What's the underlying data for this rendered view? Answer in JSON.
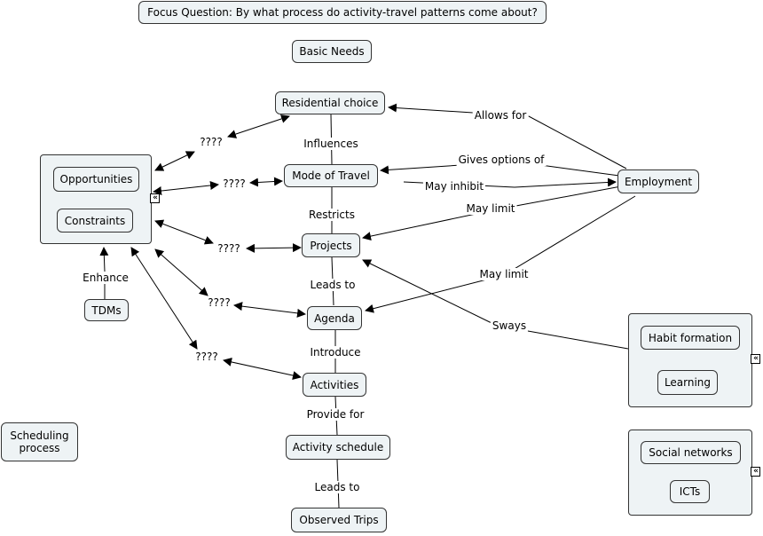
{
  "focus_question": "Focus Question: By what process do activity-travel patterns come about?",
  "nodes": {
    "basic_needs": "Basic Needs",
    "residential_choice": "Residential choice",
    "mode_of_travel": "Mode of Travel",
    "projects": "Projects",
    "agenda": "Agenda",
    "activities": "Activities",
    "activity_schedule": "Activity schedule",
    "observed_trips": "Observed Trips",
    "employment": "Employment",
    "opportunities": "Opportunities",
    "constraints": "Constraints",
    "tdms": "TDMs",
    "scheduling_process": "Scheduling process",
    "habit_formation": "Habit formation",
    "learning": "Learning",
    "social_networks": "Social networks",
    "icts": "ICTs"
  },
  "linking_phrases": {
    "influences": "Influences",
    "restricts": "Restricts",
    "leads_to_1": "Leads to",
    "introduce": "Introduce",
    "provide_for": "Provide for",
    "leads_to_2": "Leads to",
    "allows_for": "Allows for",
    "gives_options_of": "Gives options of",
    "may_inhibit": "May inhibit",
    "may_limit_1": "May limit",
    "may_limit_2": "May limit",
    "sways": "Sways",
    "enhance": "Enhance",
    "unknown_1": "????",
    "unknown_2": "????",
    "unknown_3": "????",
    "unknown_4": "????",
    "unknown_5": "????"
  },
  "expand_icon": "double-chevron-left-icon"
}
